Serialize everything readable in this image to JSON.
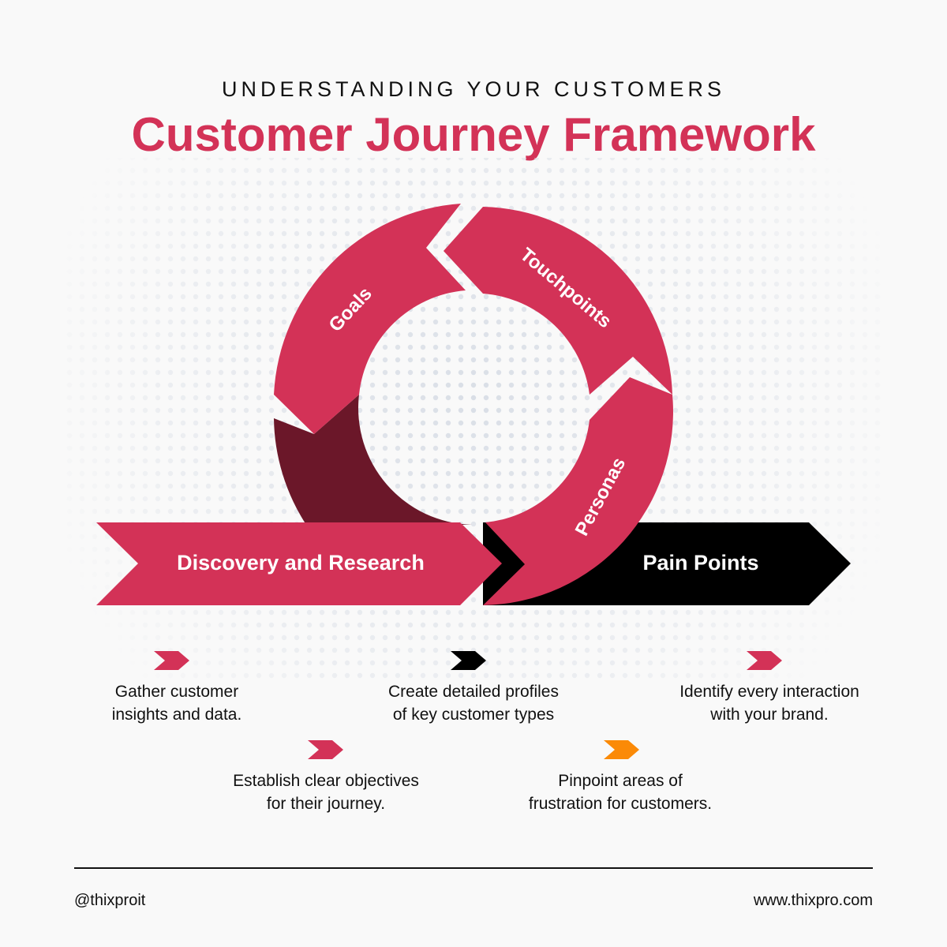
{
  "header": {
    "eyebrow": "UNDERSTANDING YOUR CUSTOMERS",
    "title": "Customer Journey Framework"
  },
  "diagram": {
    "stages": {
      "discovery": "Discovery and Research",
      "goals": "Goals",
      "touchpoints": "Touchpoints",
      "personas": "Personas",
      "pain_points": "Pain Points"
    }
  },
  "descriptions": [
    {
      "text": "Gather customer\ninsights and data."
    },
    {
      "text": "Create detailed profiles\nof key customer types"
    },
    {
      "text": "Identify every interaction\nwith your brand."
    },
    {
      "text": "Establish clear objectives\nfor their journey."
    },
    {
      "text": "Pinpoint areas of\nfrustration for customers."
    }
  ],
  "colors": {
    "brand": "#d33257",
    "dark_red": "#6b1729",
    "black": "#000000",
    "orange": "#fb8a07"
  },
  "footer": {
    "handle": "@thixproit",
    "website": "www.thixpro.com"
  }
}
